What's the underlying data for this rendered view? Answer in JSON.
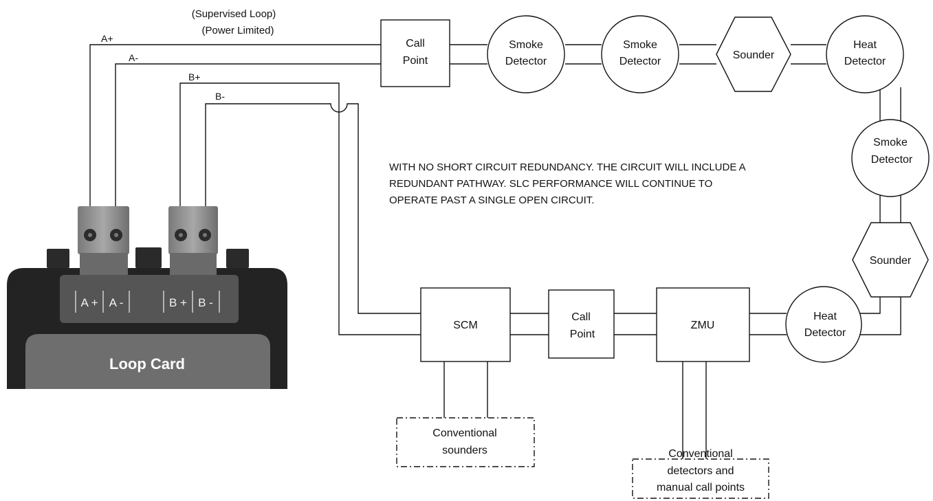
{
  "loop_header": {
    "line1": "(Supervised Loop)",
    "line2": "(Power Limited)"
  },
  "wires": {
    "a_plus": "A+",
    "a_minus": "A-",
    "b_plus": "B+",
    "b_minus": "B-"
  },
  "loop_card": {
    "title": "Loop Card",
    "terminals": [
      "A +",
      "A -",
      "B +",
      "B -"
    ]
  },
  "note": {
    "lines": [
      "WITH NO SHORT CIRCUIT REDUNDANCY. THE CIRCUIT WILL INCLUDE A",
      "REDUNDANT PATHWAY. SLC PERFORMANCE WILL CONTINUE TO",
      "OPERATE PAST A SINGLE OPEN CIRCUIT."
    ]
  },
  "devices": {
    "call_point_top": [
      "Call",
      "Point"
    ],
    "smoke_1": [
      "Smoke",
      "Detector"
    ],
    "smoke_2": [
      "Smoke",
      "Detector"
    ],
    "sounder_top": [
      "Sounder"
    ],
    "heat_top": [
      "Heat",
      "Detector"
    ],
    "smoke_right": [
      "Smoke",
      "Detector"
    ],
    "sounder_right": [
      "Sounder"
    ],
    "heat_bottom": [
      "Heat",
      "Detector"
    ],
    "zmu": [
      "ZMU"
    ],
    "call_point_bottom": [
      "Call",
      "Point"
    ],
    "scm": [
      "SCM"
    ]
  },
  "conventional": {
    "sounders": [
      "Conventional",
      "sounders"
    ],
    "detectors": [
      "Conventional",
      "detectors and",
      "manual call points"
    ]
  },
  "colors": {
    "line": "#111111",
    "card_body": "#222222",
    "card_panel": "#4d4d4d",
    "terminal_block": "#8a8a8a"
  }
}
